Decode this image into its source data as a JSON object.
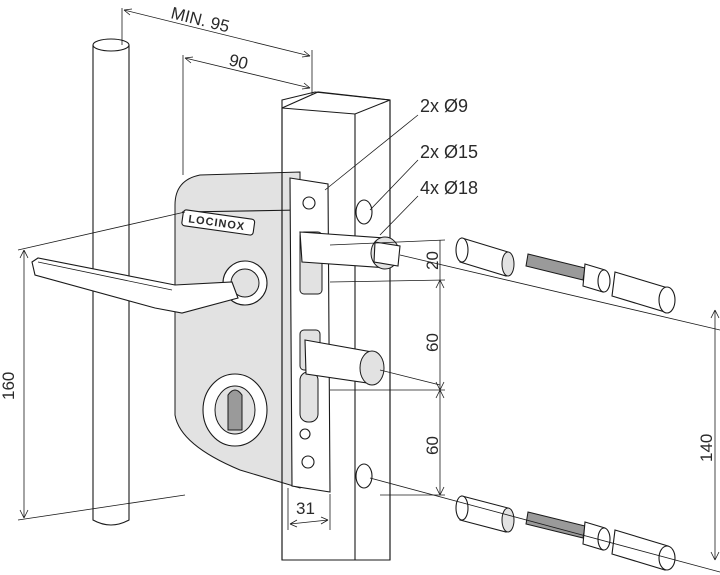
{
  "brand": {
    "name": "LOCINOX"
  },
  "dimensions": {
    "min_width": "MIN. 95",
    "width": "90",
    "height_total": "160",
    "offset_top": "20",
    "spacing_upper": "60",
    "spacing_lower": "60",
    "bolt_spacing": "140",
    "depth": "31"
  },
  "callouts": [
    {
      "label": "2x Ø9"
    },
    {
      "label": "2x Ø15"
    },
    {
      "label": "4x Ø18"
    }
  ],
  "colors": {
    "line": "#1a1a1a",
    "body_fill": "#e2e2e2",
    "text": "#2a2a2a"
  }
}
